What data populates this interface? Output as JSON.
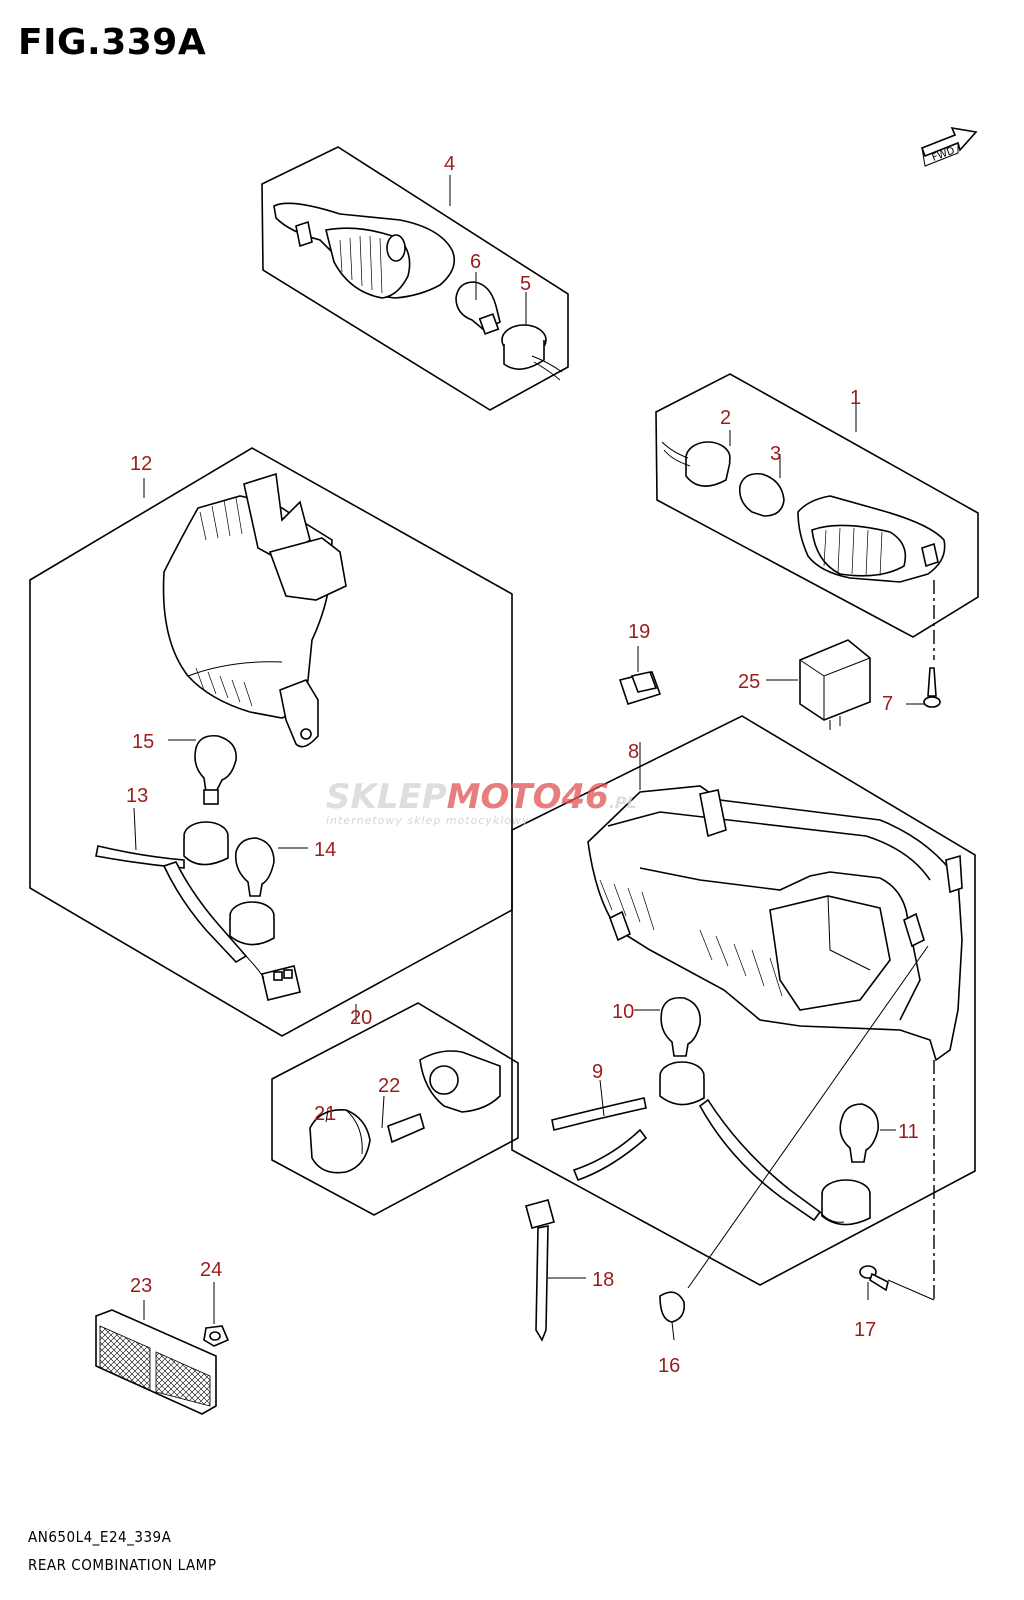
{
  "figure": {
    "title": "FIG.339A",
    "model_code": "AN650L4_E24_339A",
    "section_name": "REAR COMBINATION LAMP"
  },
  "direction_marker": {
    "label": "FWD"
  },
  "watermark": {
    "brand_part1": "SKLEP",
    "brand_part2": "MOTO",
    "brand_part3": "46",
    "brand_suffix": ".PL",
    "tagline": "internetowy sklep motocyklowy",
    "colors": {
      "gray": "#d9d9d9",
      "red": "#e05252"
    }
  },
  "callouts": [
    "1",
    "2",
    "3",
    "4",
    "5",
    "6",
    "7",
    "8",
    "9",
    "10",
    "11",
    "12",
    "13",
    "14",
    "15",
    "16",
    "17",
    "18",
    "19",
    "20",
    "21",
    "22",
    "23",
    "24",
    "25"
  ],
  "colors": {
    "callout": "#9b1c1c",
    "line": "#000000"
  }
}
